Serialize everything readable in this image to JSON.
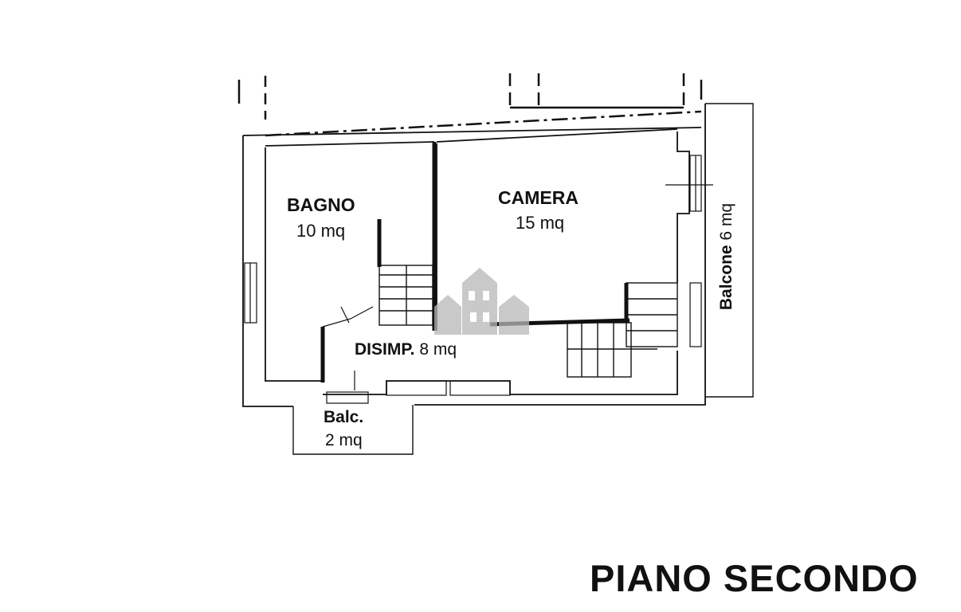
{
  "plan": {
    "rooms": [
      {
        "name": "BAGNO",
        "area": "10 mq"
      },
      {
        "name": "CAMERA",
        "area": "15 mq"
      },
      {
        "name": "DISIMP.",
        "area": "8 mq"
      },
      {
        "name": "Balc.",
        "area": "2 mq"
      }
    ],
    "balcone": {
      "name": "Balcone",
      "area": "6 mq"
    },
    "floor_title": "PIANO SECONDO"
  },
  "colors": {
    "wall": "#111111",
    "watermark": "#b8b8b8",
    "background": "#ffffff"
  },
  "icons": [
    "watermark-houses-icon"
  ]
}
